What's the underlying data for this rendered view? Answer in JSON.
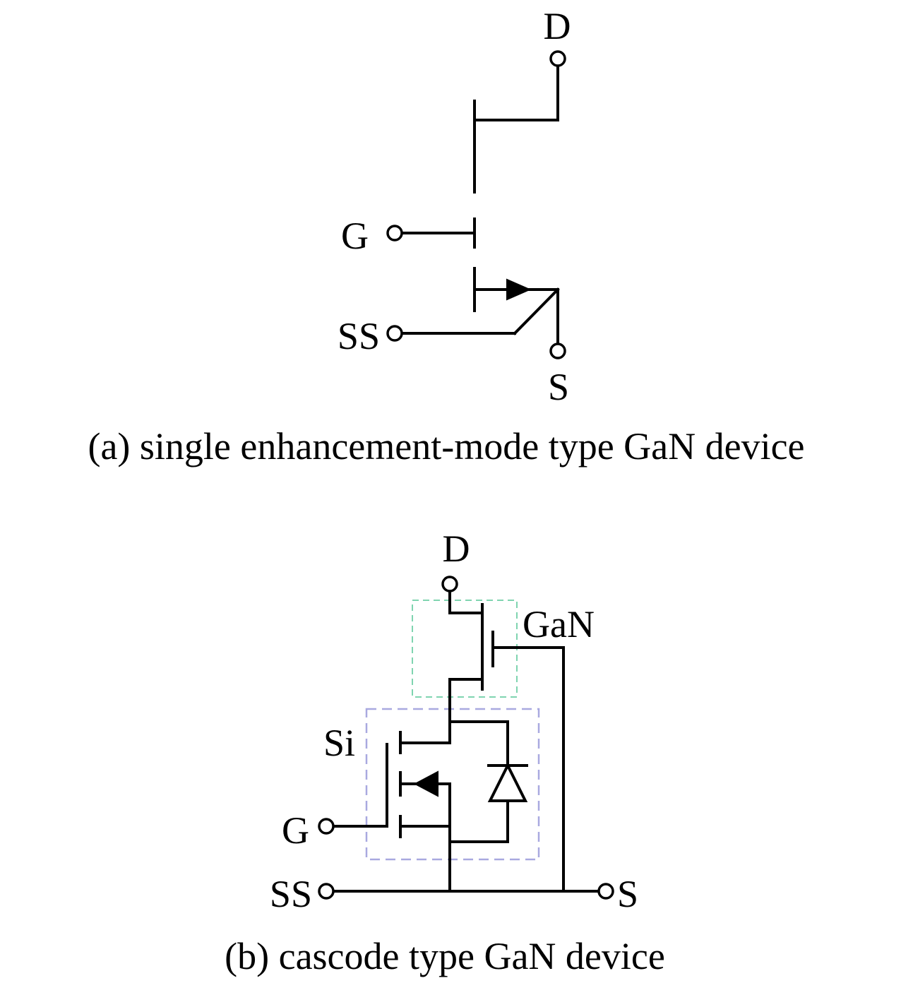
{
  "panel_a": {
    "caption": "(a) single enhancement-mode type GaN device",
    "labels": {
      "drain": "D",
      "gate": "G",
      "source_sense": "SS",
      "source": "S"
    }
  },
  "panel_b": {
    "caption": "(b) cascode type GaN device",
    "labels": {
      "drain": "D",
      "gan": "GaN",
      "si": "Si",
      "gate": "G",
      "source_sense": "SS",
      "source": "S"
    },
    "colors": {
      "gan_box": "#7fd4b0",
      "si_box": "#a9a9e0"
    }
  }
}
